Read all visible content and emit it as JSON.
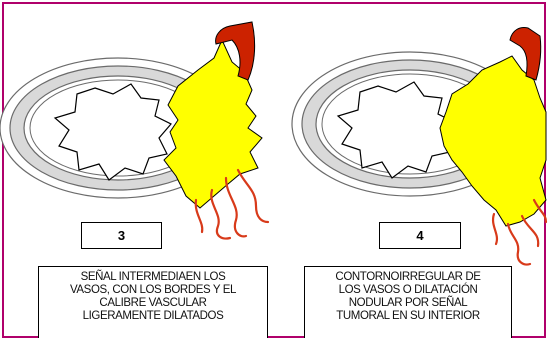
{
  "colors": {
    "border": "#b0006b",
    "tumor": "#ffff00",
    "vessel_cap": "#cc2200",
    "vessel": "#d83a1a"
  },
  "panels": [
    {
      "number": "3",
      "caption_lines": [
        "SEÑAL INTERMEDIAEN LOS",
        "VASOS, CON LOS BORDES Y EL",
        "CALIBRE VASCULAR",
        "LIGERAMENTE DILATADOS"
      ]
    },
    {
      "number": "4",
      "caption_lines": [
        "CONTORNOIRREGULAR DE",
        "LOS VASOS O DILATACIÓN",
        "NODULAR POR SEÑAL",
        "TUMORAL EN SU INTERIOR"
      ]
    }
  ]
}
